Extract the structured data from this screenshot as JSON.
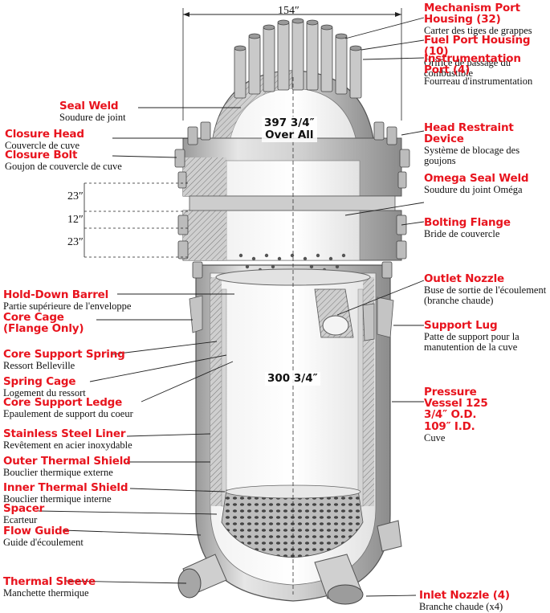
{
  "dimensions": {
    "top_width": "154″",
    "overall_height": "397 3/4″",
    "overall_label": "Over All",
    "shell_height": "300 3/4″",
    "dim_a": "23″",
    "dim_b": "12″",
    "dim_c": "23″"
  },
  "labels": {
    "mechanism_port_housing": {
      "en": "Mechanism Port Housing (32)",
      "fr": "Carter des tiges de grappes"
    },
    "fuel_port_housing": {
      "en": "Fuel Port Housing (10)",
      "fr": "Orifice de passage du combustible"
    },
    "instrumentation_port": {
      "en": "Instrumentation Port (4)",
      "fr": "Fourreau d'instrumentation"
    },
    "seal_weld": {
      "en": "Seal Weld",
      "fr": "Soudure de joint"
    },
    "head_restraint_device": {
      "en": "Head Restraint Device",
      "fr": "Système de blocage des goujons"
    },
    "closure_head": {
      "en": "Closure Head",
      "fr": "Couvercle de cuve"
    },
    "closure_bolt": {
      "en": "Closure Bolt",
      "fr": "Goujon de couvercle de cuve"
    },
    "omega_seal_weld": {
      "en": "Omega Seal Weld",
      "fr": "Soudure du joint Oméga"
    },
    "bolting_flange": {
      "en": "Bolting Flange",
      "fr": "Bride de couvercle"
    },
    "outlet_nozzle": {
      "en": "Outlet Nozzle",
      "fr": "Buse de sortie de l'écoulement (branche chaude)"
    },
    "hold_down_barrel": {
      "en": "Hold-Down Barrel",
      "fr": "Partie supérieure de l'enveloppe"
    },
    "core_cage": {
      "en": "Core Cage (Flange Only)"
    },
    "support_lug": {
      "en": "Support Lug",
      "fr": "Patte de support pour la manutention de la cuve"
    },
    "core_support_spring": {
      "en": "Core Support Spring",
      "fr": "Ressort Belleville"
    },
    "spring_cage": {
      "en": "Spring Cage",
      "fr": "Logement du ressort"
    },
    "core_support_ledge": {
      "en": "Core Support Ledge",
      "fr": "Epaulement de support du coeur"
    },
    "pressure_vessel": {
      "en": "Pressure Vessel 125 3/4″ O.D. 109″ I.D.",
      "fr": "Cuve"
    },
    "stainless_steel_liner": {
      "en": "Stainless Steel Liner",
      "fr": "Revêtement en acier inoxydable"
    },
    "outer_thermal_shield": {
      "en": "Outer Thermal Shield",
      "fr": "Bouclier thermique externe"
    },
    "inner_thermal_shield": {
      "en": "Inner Thermal Shield",
      "fr": "Bouclier thermique interne"
    },
    "spacer": {
      "en": "Spacer",
      "fr": "Ecarteur"
    },
    "flow_guide": {
      "en": "Flow Guide",
      "fr": "Guide d'écoulement"
    },
    "thermal_sleeve": {
      "en": "Thermal Sleeve",
      "fr": "Manchette thermique"
    },
    "inlet_nozzle": {
      "en": "Inlet Nozzle (4)",
      "fr": "Branche chaude (x4)"
    }
  },
  "colors": {
    "label_red": "#e8141e",
    "steel_light": "#d9d9d9",
    "steel_mid": "#b8b8b8",
    "steel_dark": "#8a8a8a",
    "cutaway": "#c8c8c8",
    "leader": "#222222"
  }
}
